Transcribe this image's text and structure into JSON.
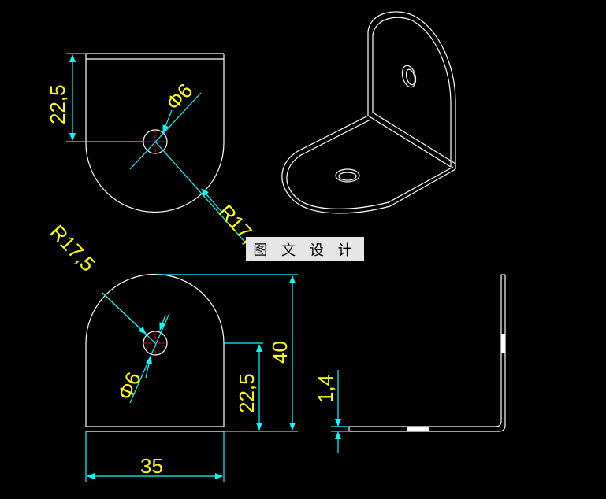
{
  "colors": {
    "background": "#000000",
    "outline": "#ffffff",
    "dimension": "#00ffff",
    "dimension_text": "#ffff00",
    "center_mark": "#ff0000"
  },
  "top_view": {
    "height_dim": "22,5",
    "hole_dim": "Φ6",
    "radius_dim": "R17,5"
  },
  "front_view": {
    "radius_dim": "R17,5",
    "hole_dim": "Φ6",
    "hole_height_dim": "22,5",
    "total_height_dim": "40",
    "width_dim": "35"
  },
  "side_view": {
    "thickness_dim": "1,4"
  },
  "watermark": {
    "text": "图 文 设 计"
  }
}
